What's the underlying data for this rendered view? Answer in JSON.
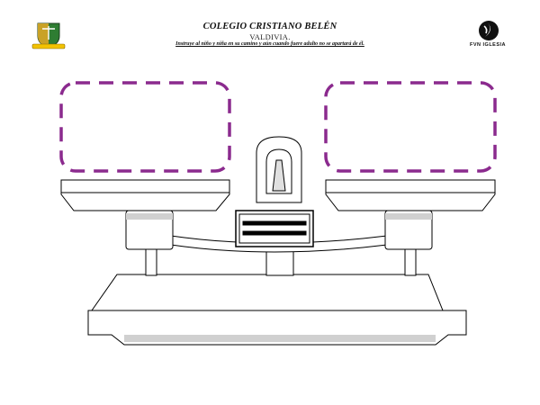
{
  "header": {
    "school_name": "COLEGIO CRISTIANO BELÉN",
    "city": "VALDIVIA.",
    "motto": "Instruye al niño y niña en su camino y aún cuando fuere adulto no se apartará de él.",
    "right_logo_text": "FVN IGLESIA"
  },
  "colors": {
    "dashed_box": "#8b2a8e",
    "outline": "#000000",
    "shade": "#d0d0d0"
  },
  "icons": {
    "left_logo": "school-crest-icon",
    "right_logo": "church-emblem-icon"
  }
}
